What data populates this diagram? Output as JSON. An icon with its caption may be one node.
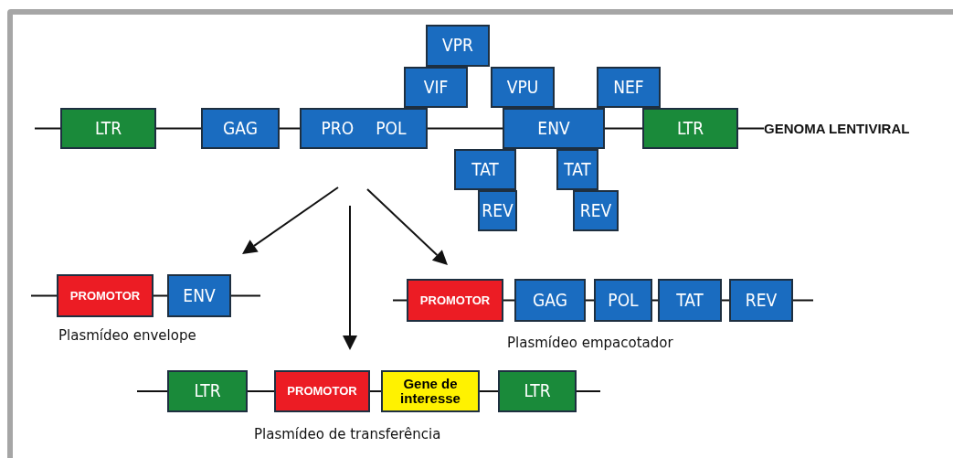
{
  "diagram": {
    "nodes": [
      {
        "text": [
          "LTR"
        ]
      },
      {
        "text": [
          "GAG"
        ]
      },
      {
        "text": [
          "PRO",
          "POL"
        ]
      },
      {
        "text": [
          "VPR"
        ]
      },
      {
        "text": [
          "VIF"
        ]
      },
      {
        "text": [
          "VPU"
        ]
      },
      {
        "text": [
          "NEF"
        ]
      },
      {
        "text": [
          "ENV"
        ]
      },
      {
        "text": [
          "LTR"
        ]
      },
      {
        "text": [
          "TAT"
        ]
      },
      {
        "text": [
          "REV"
        ]
      },
      {
        "text": [
          "TAT"
        ]
      },
      {
        "text": [
          "REV"
        ]
      },
      {
        "text": [
          "PROMOTOR"
        ]
      },
      {
        "text": [
          "ENV"
        ]
      },
      {
        "text": [
          "PROMOTOR"
        ]
      },
      {
        "text": [
          "GAG"
        ]
      },
      {
        "text": [
          "POL"
        ]
      },
      {
        "text": [
          "TAT"
        ]
      },
      {
        "text": [
          "REV"
        ]
      },
      {
        "text": [
          "LTR"
        ]
      },
      {
        "text": [
          "PROMOTOR"
        ]
      },
      {
        "text": [
          "Gene de interesse"
        ]
      },
      {
        "text": [
          "LTR"
        ]
      },
      {
        "text": [
          "GENOMA LENTIVIRAL"
        ]
      }
    ],
    "edges": [
      {
        "from": null,
        "to": 0,
        "arrow": "none"
      },
      {
        "from": 0,
        "to": 1,
        "arrow": "none"
      },
      {
        "from": 1,
        "to": 2,
        "arrow": "none"
      },
      {
        "from": 2,
        "to": 7,
        "arrow": "none"
      },
      {
        "from": 7,
        "to": 8,
        "arrow": "none"
      },
      {
        "from": 8,
        "to": 24,
        "arrow": "none"
      },
      {
        "from": null,
        "to": 13,
        "arrow": "none"
      },
      {
        "from": 13,
        "to": 14,
        "arrow": "none"
      },
      {
        "from": 14,
        "to": null,
        "arrow": "none"
      },
      {
        "from": null,
        "to": 15,
        "arrow": "none"
      },
      {
        "from": 15,
        "to": 16,
        "arrow": "none"
      },
      {
        "from": 16,
        "to": 17,
        "arrow": "none"
      },
      {
        "from": 17,
        "to": 18,
        "arrow": "none"
      },
      {
        "from": 18,
        "to": 19,
        "arrow": "none"
      },
      {
        "from": 19,
        "to": null,
        "arrow": "none"
      },
      {
        "from": null,
        "to": 20,
        "arrow": "none"
      },
      {
        "from": 20,
        "to": 21,
        "arrow": "none"
      },
      {
        "from": 21,
        "to": 22,
        "arrow": "none"
      },
      {
        "from": 22,
        "to": 23,
        "arrow": "none"
      },
      {
        "from": 23,
        "to": null,
        "arrow": "none"
      }
    ],
    "labels": [
      "Plasmídeo envelope",
      "Plasmídeo empacotador",
      "Plasmídeo de transferência"
    ]
  }
}
